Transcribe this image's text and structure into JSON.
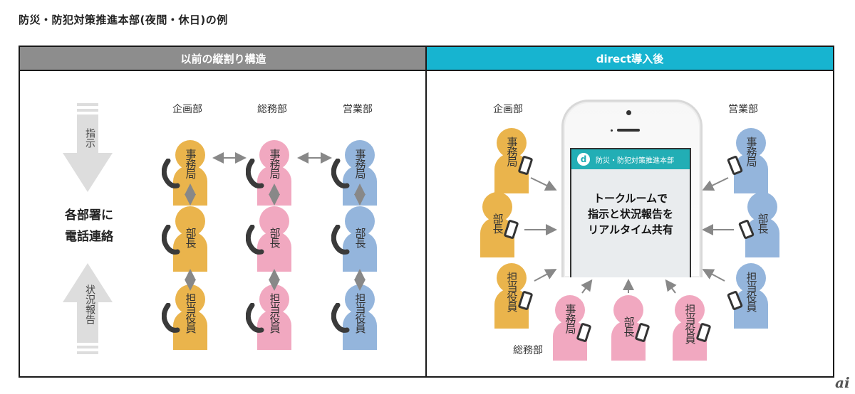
{
  "title": "防災・防犯対策推進本部(夜間・休日)の例",
  "left": {
    "header": "以前の縦割り構造",
    "instruction": "指示",
    "report": "状況報告",
    "center": [
      "各部署に",
      "電話連絡"
    ]
  },
  "right": {
    "header": "direct導入後",
    "app_logo": "d",
    "app_title": "防災・防犯対策推進本部",
    "message": [
      "トークルームで",
      "指示と状況報告を",
      "リアルタイム共有"
    ]
  },
  "depts": [
    "企画部",
    "総務部",
    "営業部"
  ],
  "roles": [
    "事務局",
    "部長",
    "担当役員"
  ],
  "colors": {
    "planning": "#eab44c",
    "general_affairs": "#f1a8c0",
    "sales": "#94b5dc",
    "accent": "#17b4d0"
  },
  "watermark": "ai"
}
